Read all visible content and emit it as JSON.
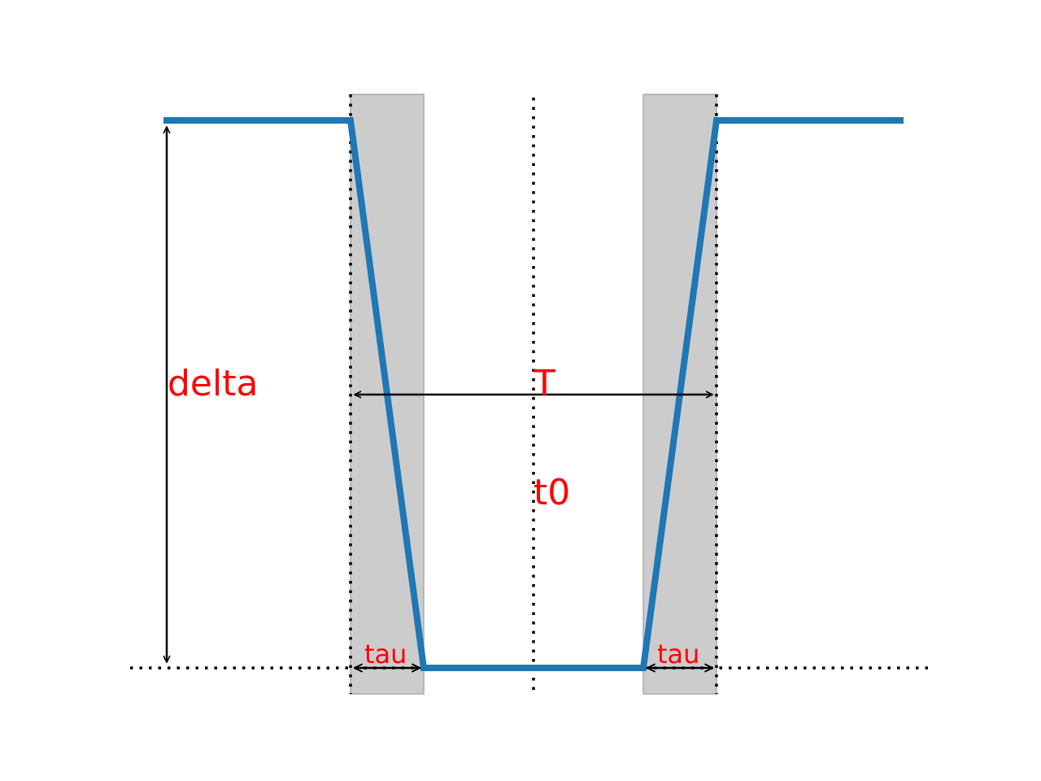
{
  "diagram": {
    "labels": {
      "depth": "delta",
      "duration": "T",
      "center": "t0",
      "ingress": "tau",
      "egress": "tau"
    },
    "colors": {
      "curve": "#1f77b4",
      "shade": "#cccccc",
      "label": "#ff0000",
      "guide": "#000000"
    }
  }
}
